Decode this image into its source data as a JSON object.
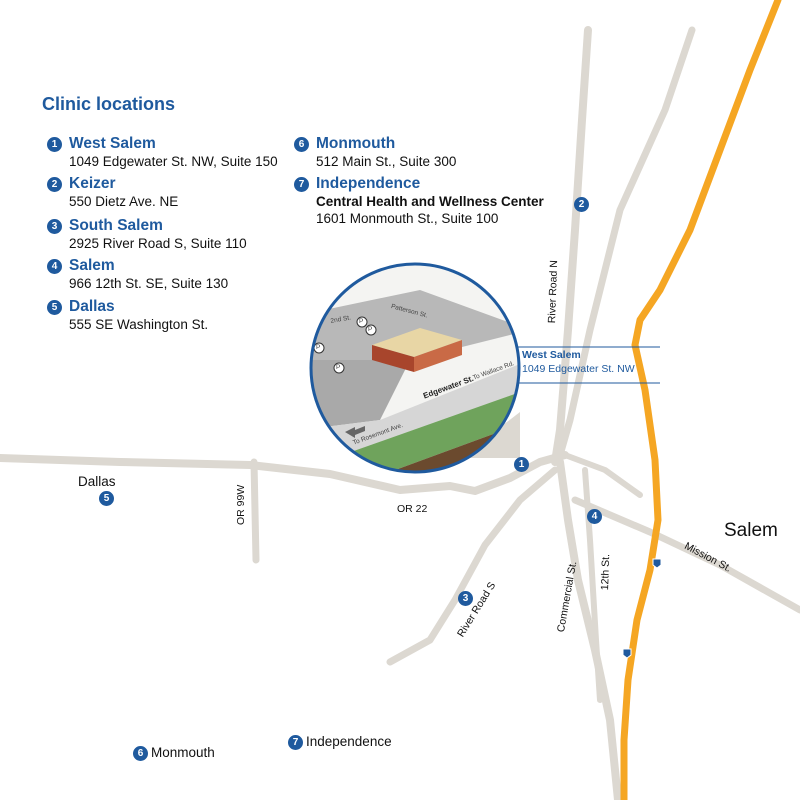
{
  "title": "Clinic locations",
  "colors": {
    "brand_blue": "#1f5a9e",
    "road_grey": "#dcd8d1",
    "interstate_orange": "#f5a623",
    "inset_green": "#6fa35c",
    "inset_brown": "#6b4a2e"
  },
  "locations": [
    {
      "num": "1",
      "name": "West Salem",
      "address": "1049 Edgewater St. NW, Suite 150"
    },
    {
      "num": "2",
      "name": "Keizer",
      "address": "550 Dietz Ave. NE"
    },
    {
      "num": "3",
      "name": "South Salem",
      "address": "2925 River Road S, Suite 110"
    },
    {
      "num": "4",
      "name": "Salem",
      "address": "966 12th St. SE, Suite 130"
    },
    {
      "num": "5",
      "name": "Dallas",
      "address": "555 SE Washington St."
    },
    {
      "num": "6",
      "name": "Monmouth",
      "address": "512 Main St., Suite 300"
    },
    {
      "num": "7",
      "name": "Independence",
      "center": "Central Health and Wellness Center",
      "address": "1601 Monmouth St., Suite 100"
    }
  ],
  "map": {
    "city_salem": "Salem",
    "city_dallas": "Dallas",
    "city_monmouth": "Monmouth",
    "city_independence": "Independence",
    "roads": {
      "or22": "OR 22",
      "or99w": "OR 99W",
      "river_road_n": "River Road N",
      "river_road_s": "River Road S",
      "commercial": "Commercial St.",
      "twelfth": "12th St.",
      "mission": "Mission St."
    },
    "interstate_shield": "I"
  },
  "callout": {
    "name": "West Salem",
    "address": "1049 Edgewater St. NW"
  },
  "inset": {
    "street_edgewater": "Edgewater St.",
    "street_2nd": "2nd St.",
    "street_rosemont": "To Rosemont Ave.",
    "street_wallace": "To Wallace Rd.",
    "street_patterson": "Patterson St.",
    "parking_symbol": "P"
  }
}
